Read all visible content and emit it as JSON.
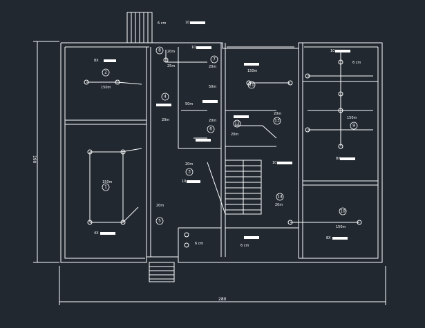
{
  "colors": {
    "background": "#212830",
    "linework": "#ffffff"
  },
  "dimensions": {
    "width": "280",
    "height": "190"
  },
  "rooms": [
    {
      "id": "room-1",
      "number": "1",
      "area": "150m"
    },
    {
      "id": "room-2",
      "number": "2",
      "area": "150m"
    },
    {
      "id": "room-3",
      "number": "3",
      "area": "20m"
    },
    {
      "id": "room-4",
      "number": "4",
      "area": "20m"
    },
    {
      "id": "room-5",
      "number": "5",
      "area": "20m"
    },
    {
      "id": "room-6",
      "number": "6",
      "area": "20m"
    },
    {
      "id": "room-7",
      "number": "7",
      "area": "20m"
    },
    {
      "id": "room-8",
      "number": "8",
      "area": "20m"
    },
    {
      "id": "room-9",
      "number": "9",
      "area": "150m"
    },
    {
      "id": "room-10",
      "number": "10",
      "area": "150m"
    },
    {
      "id": "room-11",
      "number": "11",
      "area": "150m"
    },
    {
      "id": "room-12",
      "number": "12",
      "area": "20m"
    },
    {
      "id": "room-13",
      "number": "13",
      "area": "20m"
    },
    {
      "id": "room-14",
      "number": "14",
      "area": "20m"
    }
  ],
  "fixture_tags": [
    "8X",
    "4X",
    "10",
    "6 cm",
    "50m",
    "25m"
  ]
}
